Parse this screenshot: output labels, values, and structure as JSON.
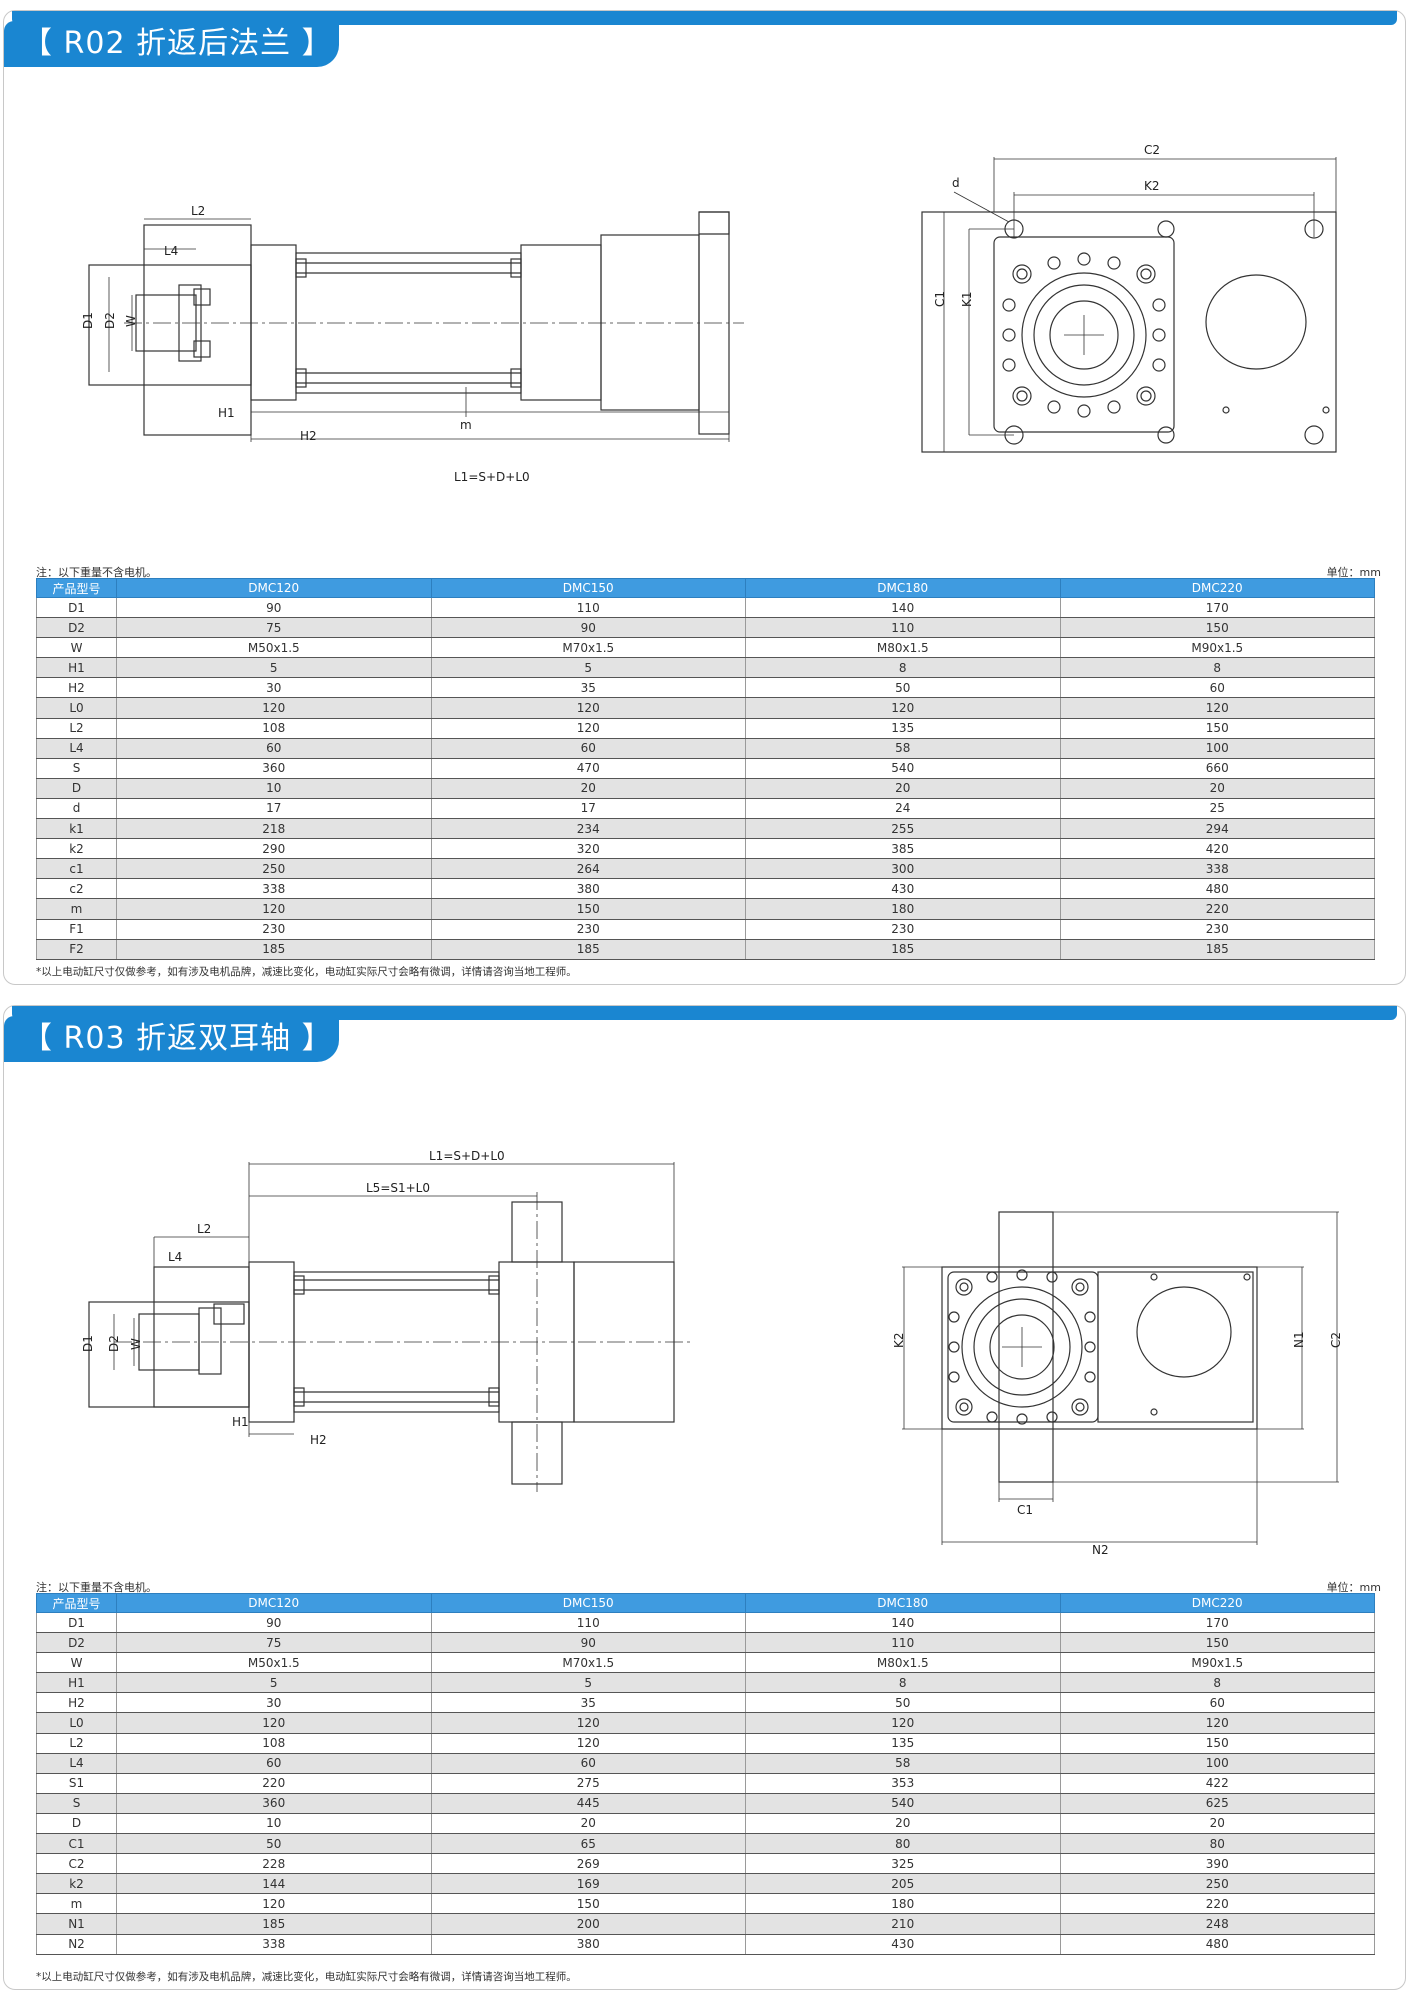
{
  "sections": [
    {
      "title": "【 R02  折返后法兰 】",
      "drawing_labels": {
        "side": [
          "L2",
          "L4",
          "D1",
          "D2",
          "W",
          "H1",
          "H2",
          "m",
          "L1=S+D+L0"
        ],
        "front": [
          "C2",
          "K2",
          "d",
          "C1",
          "K1"
        ]
      },
      "note": "注：以下重量不含电机。",
      "unit": "单位：mm",
      "headers": [
        "产品型号",
        "DMC120",
        "DMC150",
        "DMC180",
        "DMC220"
      ],
      "rows": [
        [
          "D1",
          "90",
          "110",
          "140",
          "170"
        ],
        [
          "D2",
          "75",
          "90",
          "110",
          "150"
        ],
        [
          "W",
          "M50x1.5",
          "M70x1.5",
          "M80x1.5",
          "M90x1.5"
        ],
        [
          "H1",
          "5",
          "5",
          "8",
          "8"
        ],
        [
          "H2",
          "30",
          "35",
          "50",
          "60"
        ],
        [
          "L0",
          "120",
          "120",
          "120",
          "120"
        ],
        [
          "L2",
          "108",
          "120",
          "135",
          "150"
        ],
        [
          "L4",
          "60",
          "60",
          "58",
          "100"
        ],
        [
          "S",
          "360",
          "470",
          "540",
          "660"
        ],
        [
          "D",
          "10",
          "20",
          "20",
          "20"
        ],
        [
          "d",
          "17",
          "17",
          "24",
          "25"
        ],
        [
          "k1",
          "218",
          "234",
          "255",
          "294"
        ],
        [
          "k2",
          "290",
          "320",
          "385",
          "420"
        ],
        [
          "c1",
          "250",
          "264",
          "300",
          "338"
        ],
        [
          "c2",
          "338",
          "380",
          "430",
          "480"
        ],
        [
          "m",
          "120",
          "150",
          "180",
          "220"
        ],
        [
          "F1",
          "230",
          "230",
          "230",
          "230"
        ],
        [
          "F2",
          "185",
          "185",
          "185",
          "185"
        ]
      ],
      "footnote": "*以上电动缸尺寸仅做参考，如有涉及电机品牌，减速比变化，电动缸实际尺寸会略有微调，详情请咨询当地工程师。"
    },
    {
      "title": "【 R03  折返双耳轴 】",
      "drawing_labels": {
        "side": [
          "L1=S+D+L0",
          "L5=S1+L0",
          "L2",
          "L4",
          "D1",
          "D2",
          "W",
          "H1",
          "H2"
        ],
        "front": [
          "K2",
          "N1",
          "C2",
          "C1",
          "N2"
        ]
      },
      "note": "注：以下重量不含电机。",
      "unit": "单位：mm",
      "headers": [
        "产品型号",
        "DMC120",
        "DMC150",
        "DMC180",
        "DMC220"
      ],
      "rows": [
        [
          "D1",
          "90",
          "110",
          "140",
          "170"
        ],
        [
          "D2",
          "75",
          "90",
          "110",
          "150"
        ],
        [
          "W",
          "M50x1.5",
          "M70x1.5",
          "M80x1.5",
          "M90x1.5"
        ],
        [
          "H1",
          "5",
          "5",
          "8",
          "8"
        ],
        [
          "H2",
          "30",
          "35",
          "50",
          "60"
        ],
        [
          "L0",
          "120",
          "120",
          "120",
          "120"
        ],
        [
          "L2",
          "108",
          "120",
          "135",
          "150"
        ],
        [
          "L4",
          "60",
          "60",
          "58",
          "100"
        ],
        [
          "S1",
          "220",
          "275",
          "353",
          "422"
        ],
        [
          "S",
          "360",
          "445",
          "540",
          "625"
        ],
        [
          "D",
          "10",
          "20",
          "20",
          "20"
        ],
        [
          "C1",
          "50",
          "65",
          "80",
          "80"
        ],
        [
          "C2",
          "228",
          "269",
          "325",
          "390"
        ],
        [
          "k2",
          "144",
          "169",
          "205",
          "250"
        ],
        [
          "m",
          "120",
          "150",
          "180",
          "220"
        ],
        [
          "N1",
          "185",
          "200",
          "210",
          "248"
        ],
        [
          "N2",
          "338",
          "380",
          "430",
          "480"
        ]
      ],
      "footnote": "*以上电动缸尺寸仅做参考，如有涉及电机品牌，减速比变化，电动缸实际尺寸会略有微调，详情请咨询当地工程师。"
    }
  ]
}
